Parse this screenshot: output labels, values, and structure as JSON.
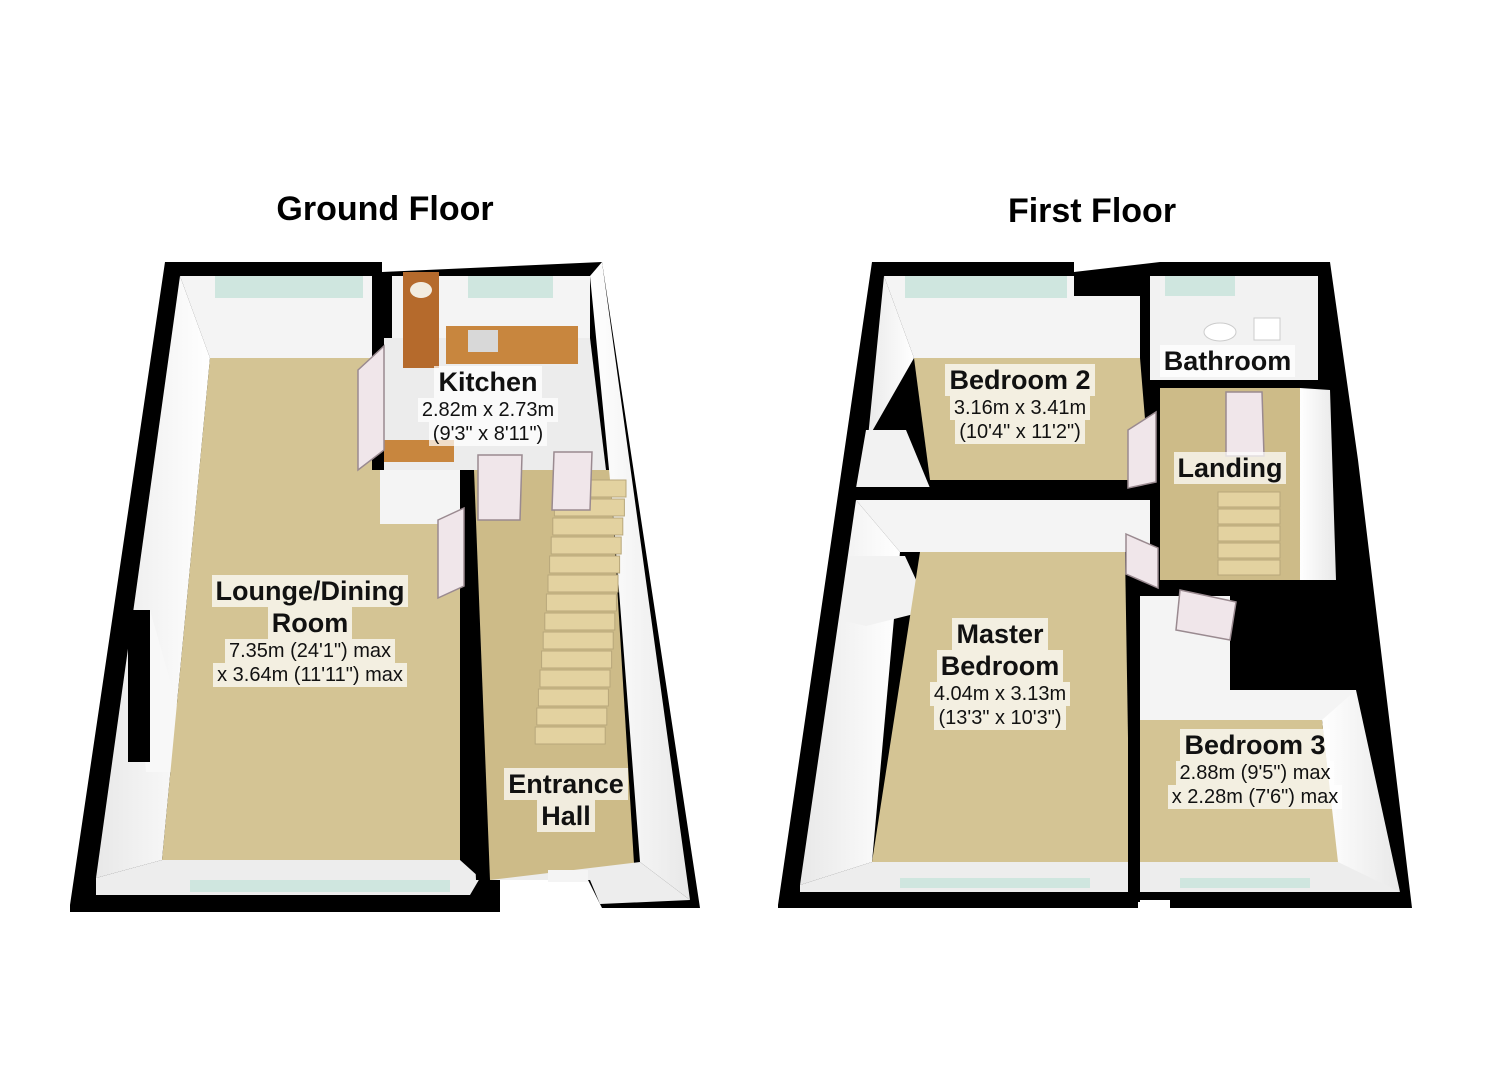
{
  "floors": [
    {
      "title": "Ground Floor",
      "rooms": [
        {
          "name": [
            "Kitchen"
          ],
          "dims": [
            "2.82m x 2.73m",
            "(9'3\" x 8'11\")"
          ]
        },
        {
          "name": [
            "Lounge/Dining",
            "Room"
          ],
          "dims": [
            "7.35m (24'1\") max",
            "x 3.64m (11'11\") max"
          ]
        },
        {
          "name": [
            "Entrance",
            "Hall"
          ],
          "dims": []
        }
      ]
    },
    {
      "title": "First Floor",
      "rooms": [
        {
          "name": [
            "Bedroom 2"
          ],
          "dims": [
            "3.16m x 3.41m",
            "(10'4\" x 11'2\")"
          ]
        },
        {
          "name": [
            "Bathroom"
          ],
          "dims": []
        },
        {
          "name": [
            "Landing"
          ],
          "dims": []
        },
        {
          "name": [
            "Master",
            "Bedroom"
          ],
          "dims": [
            "4.04m x 3.13m",
            "(13'3\" x 10'3\")"
          ]
        },
        {
          "name": [
            "Bedroom 3"
          ],
          "dims": [
            "2.88m (9'5\") max",
            "x 2.28m (7'6\") max"
          ]
        }
      ]
    }
  ],
  "colors": {
    "wall": "#000000",
    "wall_inner": "#f4f4f4",
    "carpet": "#d4c494",
    "hall_carpet": "#cdbb88",
    "window_glass": "#cfe6df",
    "stair_tread": "#e3d2a0",
    "kitchen_tile": "#ececec",
    "worktop": "#c8863e",
    "door": "#f0e6ea",
    "bath_tile": "#f2f2f2"
  }
}
